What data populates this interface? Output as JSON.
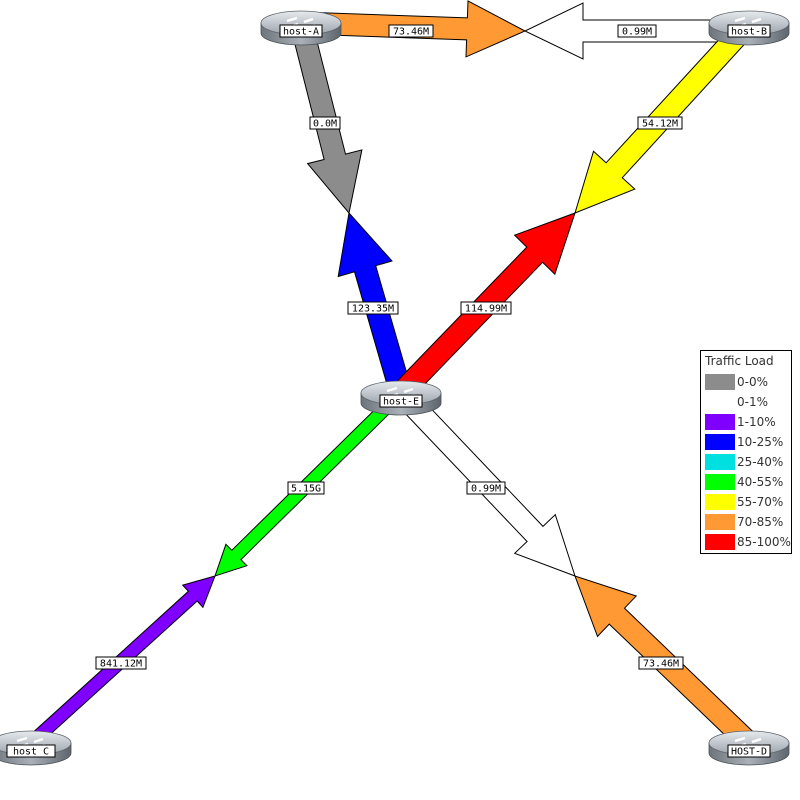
{
  "legend": {
    "title": "Traffic Load",
    "items": [
      {
        "label": "0-0%",
        "color": "#8c8c8c"
      },
      {
        "label": "0-1%",
        "color": "#ffffff"
      },
      {
        "label": "1-10%",
        "color": "#8000ff"
      },
      {
        "label": "10-25%",
        "color": "#0000ff"
      },
      {
        "label": "25-40%",
        "color": "#00e0e0"
      },
      {
        "label": "40-55%",
        "color": "#00ff00"
      },
      {
        "label": "55-70%",
        "color": "#ffff00"
      },
      {
        "label": "70-85%",
        "color": "#ff9933"
      },
      {
        "label": "85-100%",
        "color": "#ff0000"
      }
    ]
  },
  "nodes": {
    "host_a": {
      "label": "host-A"
    },
    "host_b": {
      "label": "host-B"
    },
    "host_c": {
      "label": "host C"
    },
    "host_d": {
      "label": "HOST-D"
    },
    "host_e": {
      "label": "host-E"
    }
  },
  "links": {
    "a_to_b": {
      "label": "73.46M",
      "color": "#ff9933"
    },
    "b_to_a": {
      "label": "0.99M",
      "color": "#ffffff"
    },
    "a_to_e": {
      "label": "0.0M",
      "color": "#8c8c8c"
    },
    "e_to_a": {
      "label": "123.35M",
      "color": "#0000ff"
    },
    "b_to_e": {
      "label": "54.12M",
      "color": "#ffff00"
    },
    "e_to_b": {
      "label": "114.99M",
      "color": "#ff0000"
    },
    "e_to_c": {
      "label": "5.15G",
      "color": "#00ff00"
    },
    "c_to_e": {
      "label": "841.12M",
      "color": "#8000ff"
    },
    "e_to_d": {
      "label": "0.99M",
      "color": "#ffffff"
    },
    "d_to_e": {
      "label": "73.46M",
      "color": "#ff9933"
    }
  }
}
